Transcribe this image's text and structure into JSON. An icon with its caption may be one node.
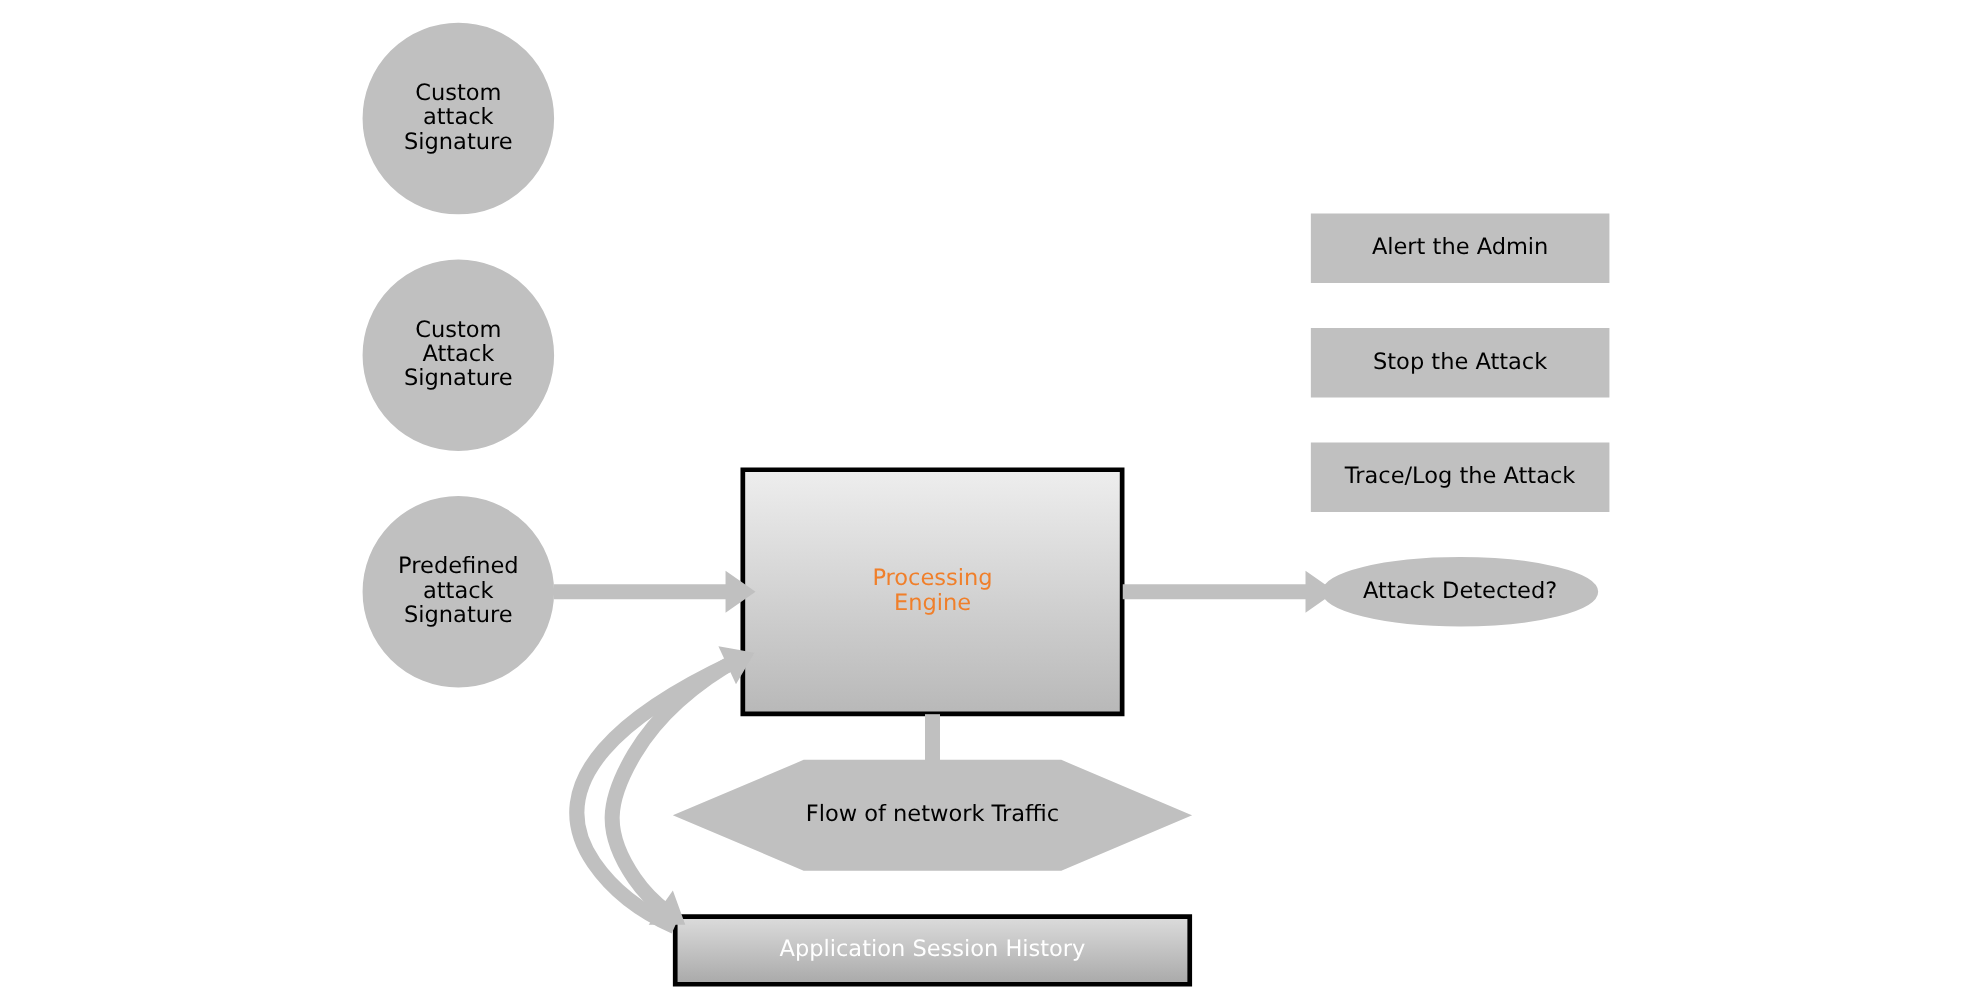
{
  "diagram": {
    "nodes": [
      {
        "text": [
          "Application Session History"
        ]
      },
      {
        "text": [
          "Predefined attack Signature"
        ]
      },
      {
        "text": [
          "Custom Attack Signature"
        ]
      },
      {
        "text": [
          "Custom attack Signature"
        ]
      },
      {
        "text": [
          "Processing Engine"
        ]
      },
      {
        "text": [
          "Attack Detected?"
        ]
      },
      {
        "text": [
          "Trace/Log the Attack"
        ]
      },
      {
        "text": [
          "Stop the Attack"
        ]
      },
      {
        "text": [
          "Alert the Admin"
        ]
      },
      {
        "text": [
          "Flow of network Traffic"
        ]
      }
    ],
    "edges": [
      {
        "from": 4,
        "to": 0,
        "arrow": "to"
      },
      {
        "from": 0,
        "to": 4,
        "arrow": "to"
      },
      {
        "from": 1,
        "to": 4,
        "arrow": "to"
      },
      {
        "from": 4,
        "to": 5,
        "arrow": "to"
      },
      {
        "from": 4,
        "to": 9,
        "arrow": "none"
      }
    ]
  }
}
